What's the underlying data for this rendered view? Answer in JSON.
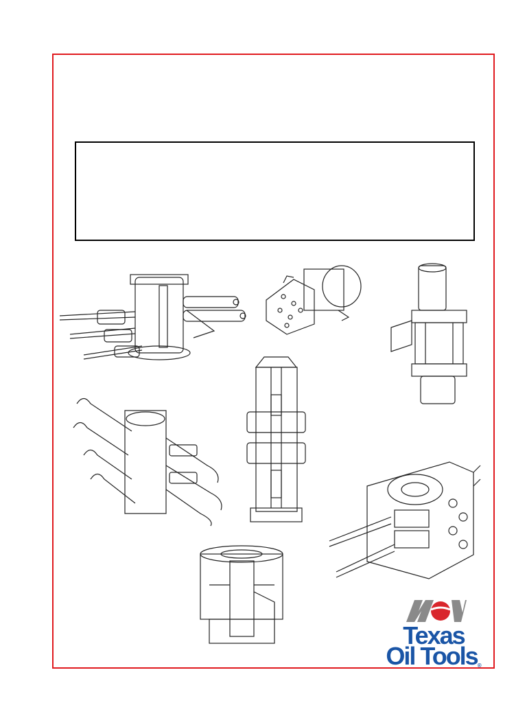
{
  "logo": {
    "brand_mark": "NOV",
    "line1": "Texas",
    "line2": "Oil Tools",
    "registered": "®",
    "colors": {
      "mark_gray": "#8a8a8a",
      "mark_red": "#d9262c",
      "text_blue": "#1a55a6"
    }
  },
  "frame": {
    "border_color": "#e0191e"
  },
  "illustrations": [
    "bop-stack-top-left-icon",
    "hydraulic-gate-center-top-icon",
    "actuator-right-top-icon",
    "quad-bop-left-icon",
    "lubricator-center-icon",
    "ram-bop-right-icon",
    "spool-bottom-center-icon"
  ]
}
